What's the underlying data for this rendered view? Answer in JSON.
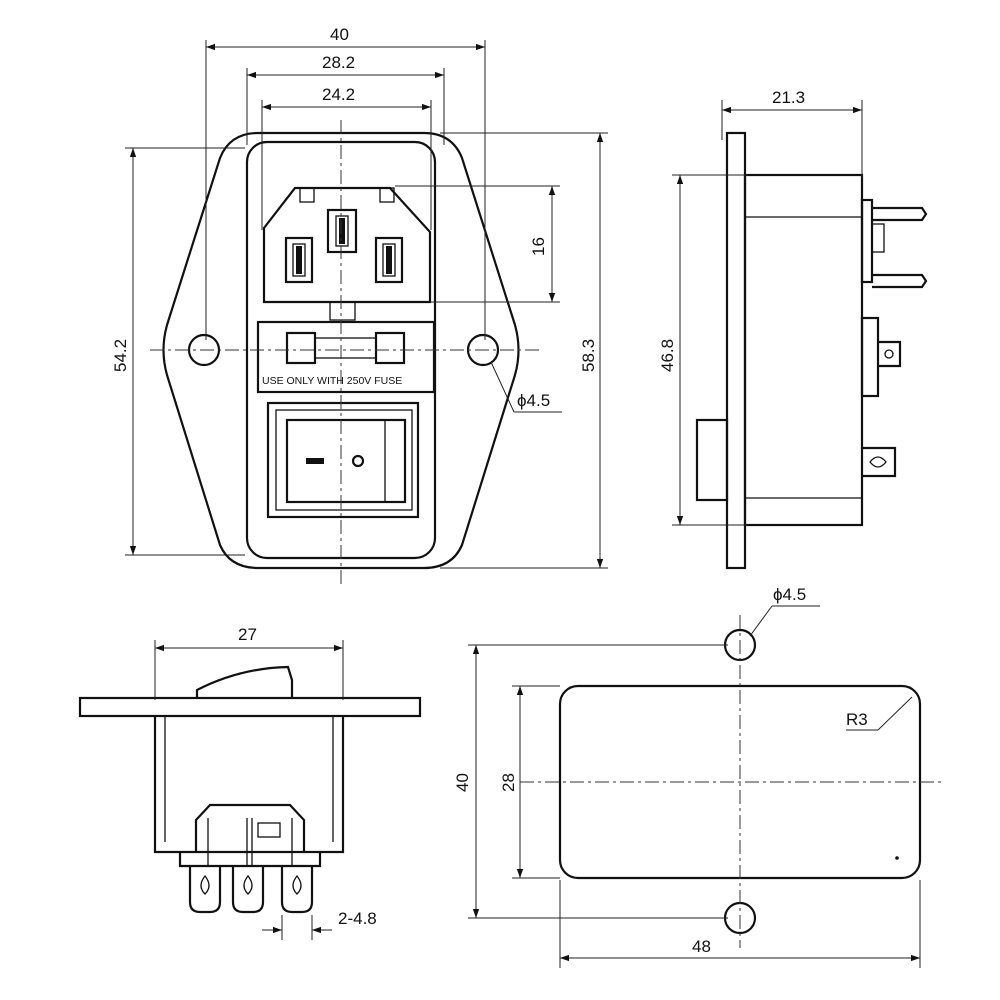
{
  "front_view": {
    "dim_width_overall": "40",
    "dim_width_body": "28.2",
    "dim_width_socket": "24.2",
    "dim_socket_height": "16",
    "dim_height_body": "54.2",
    "dim_height_overall": "58.3",
    "dim_mount_hole": "ϕ4.5",
    "fuse_label": "USE ONLY WITH 250V FUSE",
    "switch_off_symbol": "–",
    "switch_on_symbol": "o"
  },
  "side_view": {
    "dim_depth": "21.3",
    "dim_height": "46.8"
  },
  "bottom_view": {
    "dim_width": "27",
    "dim_terminal": "2-4.8"
  },
  "panel_cutout": {
    "dim_hole": "ϕ4.5",
    "dim_radius": "R3",
    "dim_hole_spacing": "40",
    "dim_cutout_height": "28",
    "dim_cutout_width": "48"
  }
}
